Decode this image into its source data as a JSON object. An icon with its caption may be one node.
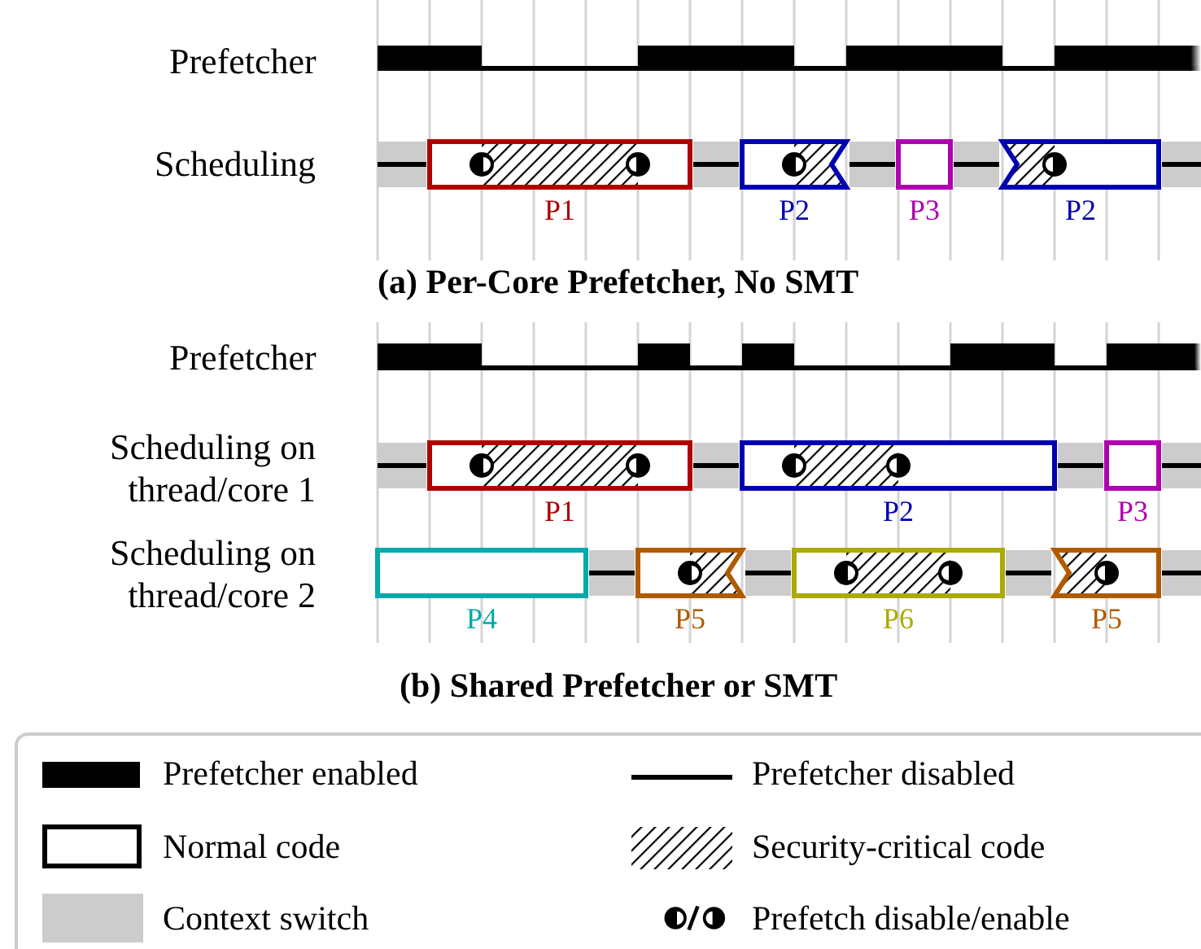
{
  "diagram": {
    "nodes": [
      {
        "text": [
          "P1"
        ]
      },
      {
        "text": [
          "P2"
        ]
      },
      {
        "text": [
          "P3"
        ]
      },
      {
        "text": [
          "P2"
        ]
      },
      {
        "text": [
          "P1"
        ]
      },
      {
        "text": [
          "P2"
        ]
      },
      {
        "text": [
          "P3"
        ]
      },
      {
        "text": [
          "P4"
        ]
      },
      {
        "text": [
          "P5"
        ]
      },
      {
        "text": [
          "P6"
        ]
      },
      {
        "text": [
          "P5"
        ]
      }
    ],
    "labels": [
      "Prefetcher",
      "Scheduling",
      "(a) Per-Core Prefetcher, No SMT",
      "Prefetcher",
      "Scheduling on thread/core 1",
      "Scheduling on thread/core 2",
      "(b) Shared Prefetcher or SMT"
    ],
    "legend": [
      {
        "text": "Prefetcher enabled"
      },
      {
        "text": "Prefetcher disabled"
      },
      {
        "text": "Normal code"
      },
      {
        "text": "Security-critical code"
      },
      {
        "text": "Context switch",
        "color": "#cccccc"
      },
      {
        "text": "Prefetch disable/enable"
      }
    ]
  }
}
